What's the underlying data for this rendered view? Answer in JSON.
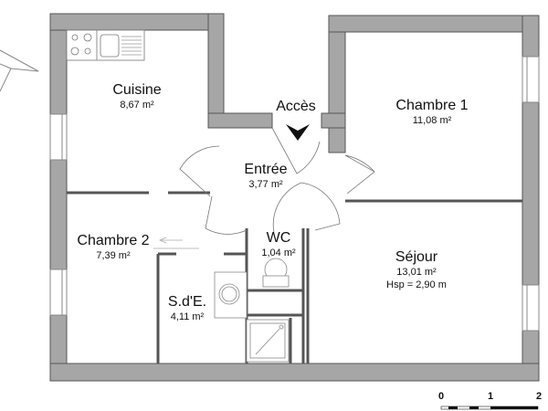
{
  "plan": {
    "access_label": "Accès",
    "rooms": [
      {
        "id": "cuisine",
        "name": "Cuisine",
        "area": "8,67 m²"
      },
      {
        "id": "chambre1",
        "name": "Chambre 1",
        "area": "11,08 m²"
      },
      {
        "id": "entree",
        "name": "Entrée",
        "area": "3,77 m²"
      },
      {
        "id": "chambre2",
        "name": "Chambre 2",
        "area": "7,39 m²"
      },
      {
        "id": "wc",
        "name": "WC",
        "area": "1,04 m²"
      },
      {
        "id": "sejour",
        "name": "Séjour",
        "area": "13,01 m²",
        "height": "Hsp = 2,90 m"
      },
      {
        "id": "sde",
        "name": "S.d'E.",
        "area": "4,11 m²"
      }
    ],
    "scale": {
      "ticks": [
        "0",
        "1",
        "2"
      ],
      "unit": "m"
    },
    "colors": {
      "wall": "#a6a6a6",
      "wall_stroke": "#555555",
      "line": "#666666"
    }
  }
}
